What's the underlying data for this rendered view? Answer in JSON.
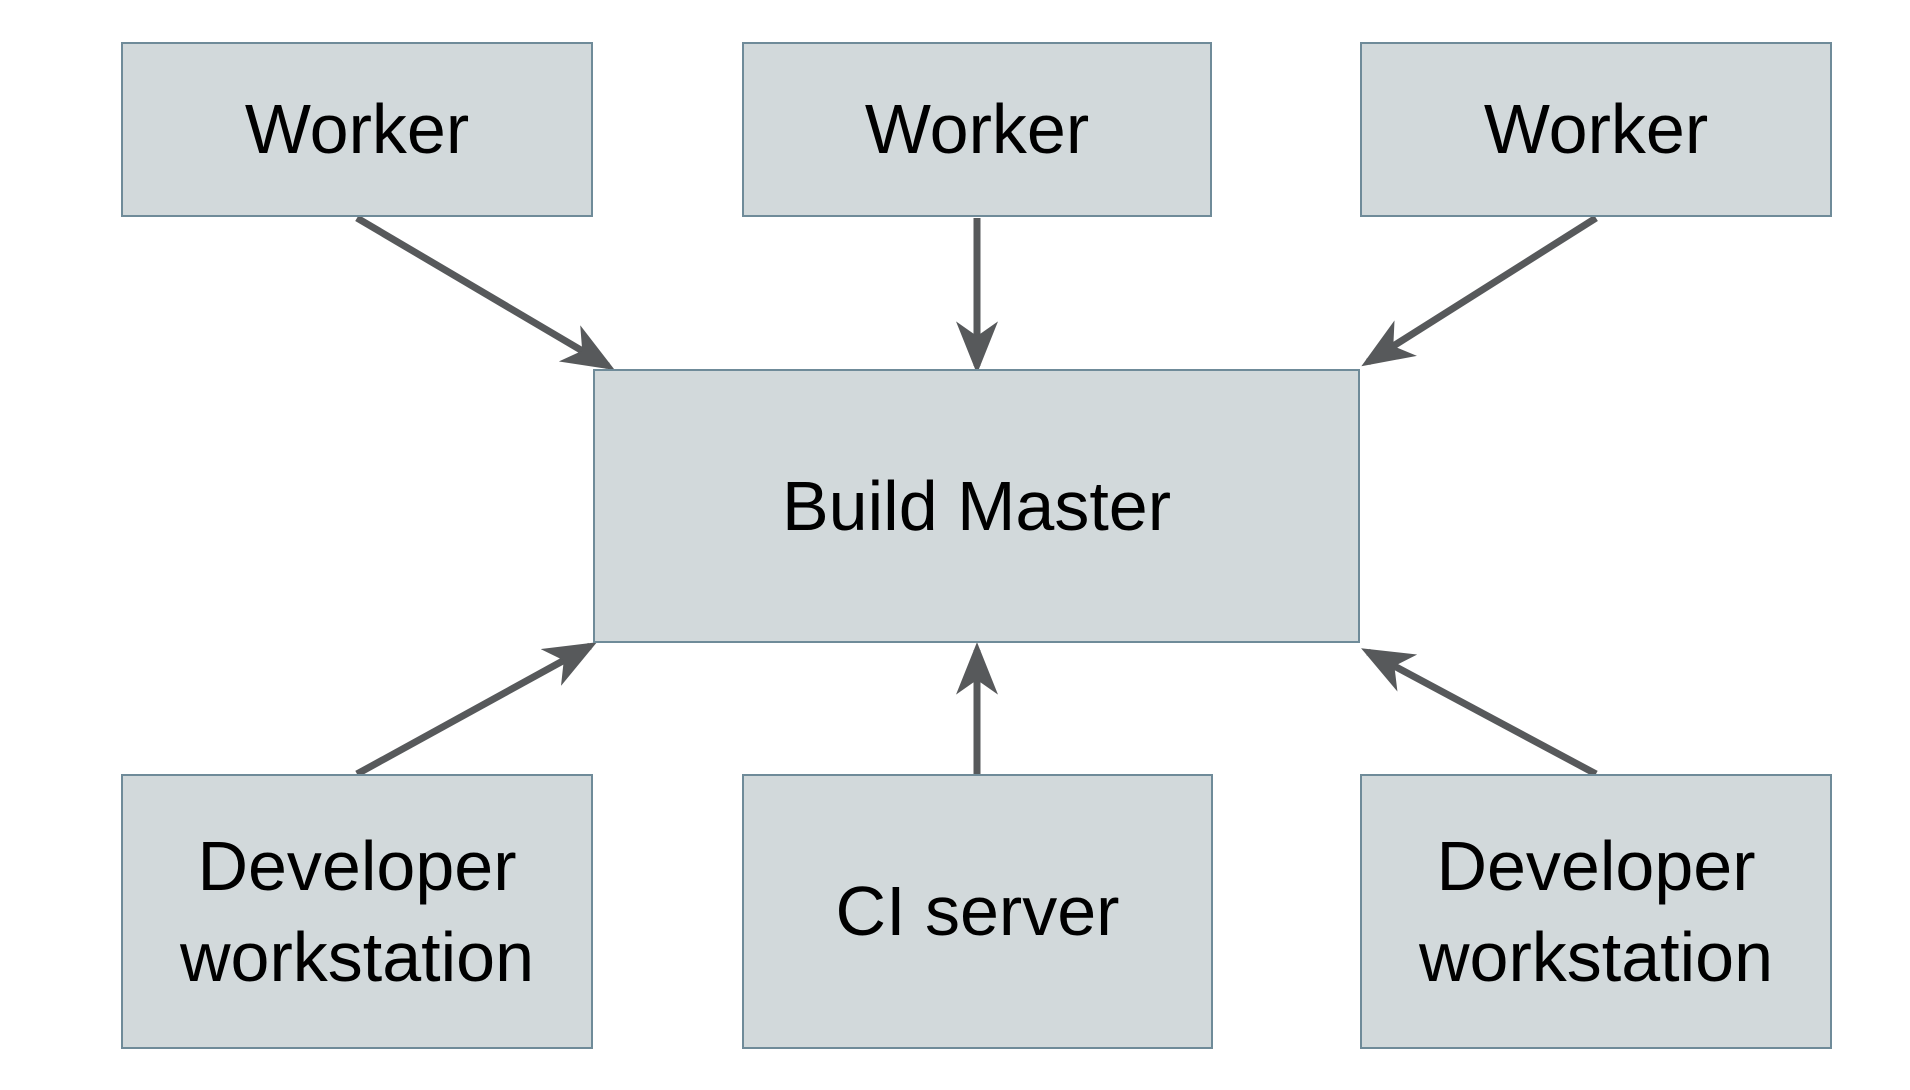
{
  "diagram": {
    "nodes": {
      "worker_1": {
        "label": "Worker"
      },
      "worker_2": {
        "label": "Worker"
      },
      "worker_3": {
        "label": "Worker"
      },
      "build_master": {
        "label": "Build Master"
      },
      "dev_workstation_left": {
        "label": "Developer workstation"
      },
      "ci_server": {
        "label": "CI server"
      },
      "dev_workstation_right": {
        "label": "Developer workstation"
      }
    },
    "edges": [
      {
        "from": "worker_1",
        "to": "build_master"
      },
      {
        "from": "worker_2",
        "to": "build_master"
      },
      {
        "from": "worker_3",
        "to": "build_master"
      },
      {
        "from": "dev_workstation_left",
        "to": "build_master"
      },
      {
        "from": "ci_server",
        "to": "build_master"
      },
      {
        "from": "dev_workstation_right",
        "to": "build_master"
      }
    ]
  },
  "colors": {
    "box_fill": "#d2d9db",
    "box_border": "#6f8b99",
    "arrow": "#57595b",
    "text": "#000000",
    "background": "#ffffff"
  }
}
